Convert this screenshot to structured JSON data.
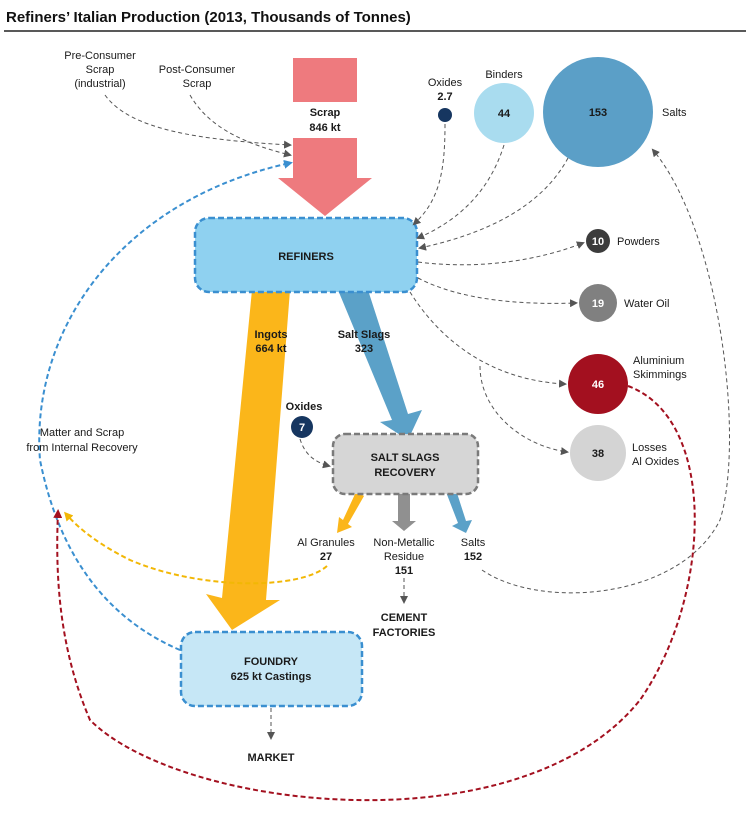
{
  "title": "Refiners’ Italian Production (2013, Thousands of Tonnes)",
  "colors": {
    "scrap": "#ee7a7e",
    "ingots": "#fbb61a",
    "slags": "#5ba1c8",
    "refiner_box": "#8fd1f0",
    "foundry_box": "#c6e7f6",
    "blue_dash": "#3a8fd0",
    "red_dash": "#a3101f",
    "yellow_dash": "#f2b705",
    "navy": "#163660",
    "binders": "#a9dcef",
    "salts_circle": "#5b9fc7",
    "powders": "#3c3c3c",
    "water_oil": "#808080",
    "skimmings": "#a3101f",
    "losses": "#d4d4d4"
  },
  "inputs": {
    "pre_consumer": [
      "Pre-Consumer",
      "Scrap",
      "(industrial)"
    ],
    "post_consumer": [
      "Post-Consumer",
      "Scrap"
    ],
    "scrap_label": "Scrap",
    "scrap_value": "846 kt"
  },
  "additives": {
    "oxides_label": "Oxides",
    "oxides_value": "2.7",
    "binders_label": "Binders",
    "binders_value": "44",
    "salts_label": "Salts",
    "salts_value": "153"
  },
  "refiners": {
    "label": "REFINERS"
  },
  "outputs": {
    "powders_value": "10",
    "powders_label": "Powders",
    "water_oil_value": "19",
    "water_oil_label": "Water Oil",
    "skimmings_value": "46",
    "skimmings_label": [
      "Aluminium",
      "Skimmings"
    ],
    "losses_value": "38",
    "losses_label": [
      "Losses",
      "Al Oxides"
    ]
  },
  "ingots": {
    "label": "Ingots",
    "value": "664 kt"
  },
  "salt_slags": {
    "label": "Salt Slags",
    "value": "323"
  },
  "oxides2": {
    "label": "Oxides",
    "value": "7"
  },
  "recovery": {
    "label": [
      "SALT SLAGS",
      "RECOVERY"
    ]
  },
  "recovery_outputs": {
    "granules_label": "Al Granules",
    "granules_value": "27",
    "residue_label": [
      "Non-Metallic",
      "Residue"
    ],
    "residue_value": "151",
    "salts_label": "Salts",
    "salts_value": "152"
  },
  "cement": [
    "CEMENT",
    "FACTORIES"
  ],
  "internal_recovery": [
    "Matter and Scrap",
    "from Internal Recovery"
  ],
  "foundry": {
    "label": "FOUNDRY",
    "sub": "625 kt Castings"
  },
  "market": "MARKET"
}
